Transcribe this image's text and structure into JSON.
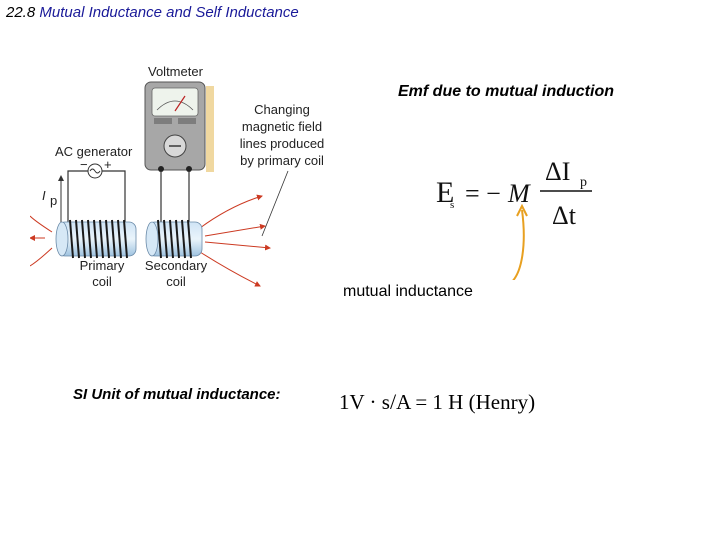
{
  "title": {
    "number": "22.8",
    "text": "Mutual Inductance and Self Inductance"
  },
  "diagram": {
    "voltmeter": "Voltmeter",
    "ac_generator": "AC generator",
    "minus": "−",
    "plus": "+",
    "current_symbol": "I",
    "current_subscript": "p",
    "caption_lines": [
      "Changing",
      "magnetic field",
      "lines produced",
      "by primary coil"
    ],
    "primary_lines": [
      "Primary",
      "coil"
    ],
    "secondary_lines": [
      "Secondary",
      "coil"
    ]
  },
  "emf_heading": "Emf due to mutual induction",
  "formula": {
    "emf_symbol": "E",
    "emf_subscript": "s",
    "equals_minus": "= −",
    "coefficient": "M",
    "numerator": "ΔI",
    "numerator_subscript": "p",
    "denominator": "Δt"
  },
  "mutual_label": "mutual inductance",
  "si_label": "SI Unit of mutual inductance:",
  "si_formula": {
    "left": "1V · s",
    "slash": "/",
    "right": "A = 1 H  (Henry)"
  },
  "colors": {
    "title_blue": "#1a1a99",
    "arrow_orange": "#e8a020",
    "field_red": "#cc3a22"
  }
}
